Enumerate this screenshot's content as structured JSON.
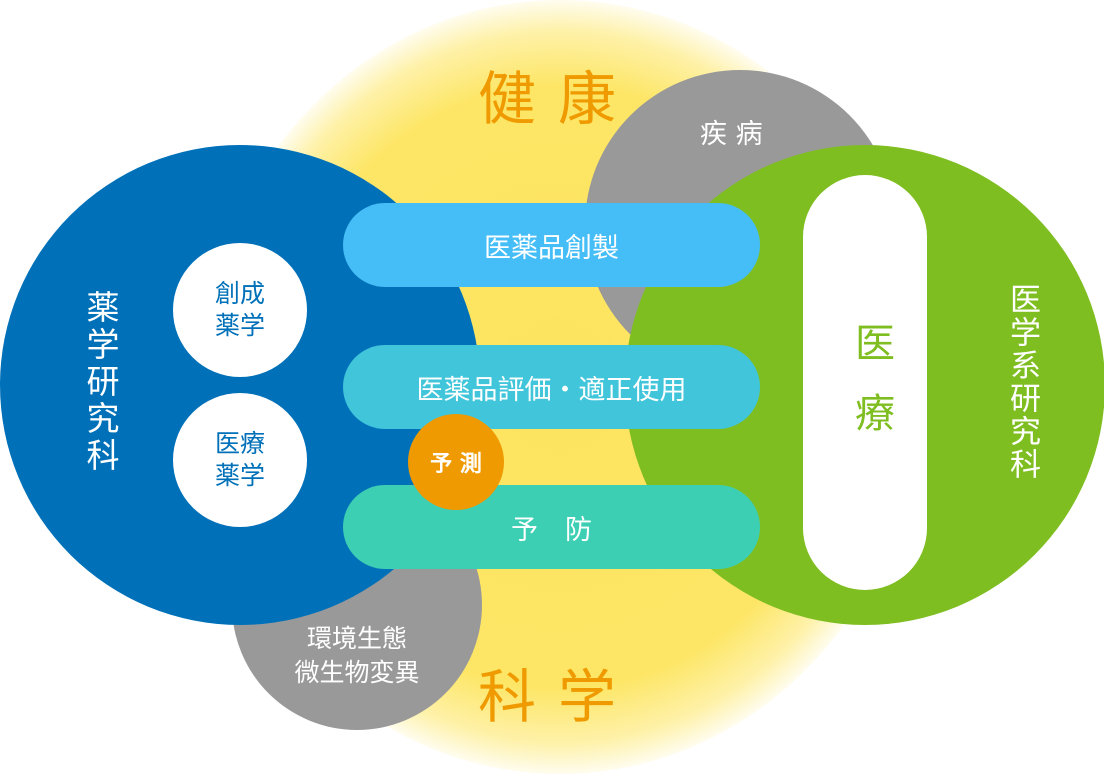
{
  "top_label": "健康",
  "bottom_label": "科学",
  "left_circle": {
    "title": "薬学研究科",
    "items": [
      "創成\n薬学",
      "医療\n薬学"
    ]
  },
  "right_circle": {
    "title": "医学系研究科",
    "inner": "医療"
  },
  "disease_label": "疾 病",
  "environment_label": "環境生態\n微生物変異",
  "pills": [
    "医薬品創製",
    "医薬品評価・適正使用",
    "予　防"
  ],
  "prediction_label": "予 測",
  "colors": {
    "blue": "#0071b9",
    "green": "#7fbe21",
    "yellow": "#fde45f",
    "gray": "#999999",
    "orange": "#ef9a00",
    "pill1": "#45bdf6",
    "pill2": "#40c5da",
    "pill3": "#3ccfb4"
  }
}
